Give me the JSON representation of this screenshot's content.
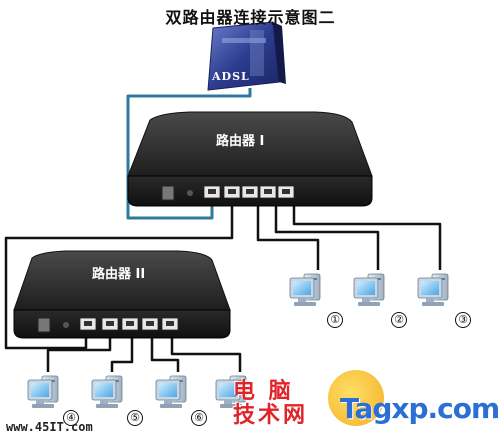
{
  "title": "双路由器连接示意图二",
  "adsl": {
    "label": "ADSL"
  },
  "router1": {
    "label": "路由器 I"
  },
  "router2": {
    "label": "路由器 II"
  },
  "pcs": [
    "①",
    "②",
    "③",
    "④",
    "⑤",
    "⑥"
  ],
  "footer": {
    "site": "www.45IT.com"
  },
  "watermark": {
    "cn_line1": "电 脑",
    "cn_line2": "技术网",
    "en": "Tagxp.com"
  },
  "colors": {
    "router": "#2c2c2c",
    "cable_adsl": "#2e7a9e",
    "cable_lan": "#111111",
    "pc_screen": "#7ec2ee"
  }
}
